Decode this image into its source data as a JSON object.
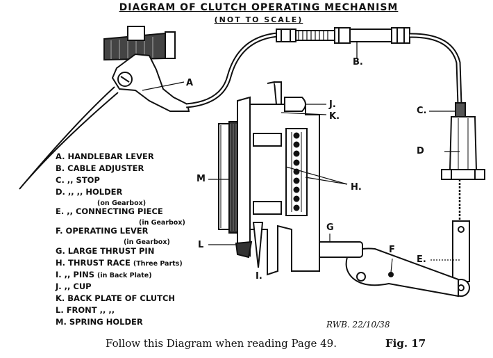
{
  "title": "DIAGRAM OF CLUTCH OPERATING MECHANISM",
  "subtitle": "(NOT TO SCALE)",
  "callouts": {
    "A": "A",
    "B": "B.",
    "C": "C.",
    "D": "D",
    "E": "E.",
    "F": "F",
    "G": "G",
    "H": "H.",
    "I": "I.",
    "J": "J.",
    "K": "K.",
    "L": "L",
    "M": "M"
  },
  "legend": [
    {
      "text": "A. HANDLEBAR LEVER",
      "sub": ""
    },
    {
      "text": "B. CABLE ADJUSTER",
      "sub": ""
    },
    {
      "text": "C.   ,,   STOP",
      "sub": ""
    },
    {
      "text": "D.   ,,      ,,  HOLDER",
      "sub": ""
    },
    {
      "text": "",
      "sub": "(on Gearbox)"
    },
    {
      "text": "E.   ,,     CONNECTING PIECE",
      "sub": ""
    },
    {
      "text": "",
      "sub": "(in Gearbox)"
    },
    {
      "text": "F. OPERATING LEVER",
      "sub": ""
    },
    {
      "text": "",
      "sub": "(in Gearbox)"
    },
    {
      "text": "G. LARGE THRUST PIN",
      "sub": ""
    },
    {
      "text": "H. THRUST RACE",
      "sub": "(Three Parts)"
    },
    {
      "text": "I.      ,,        PINS",
      "sub": "(in Back Plate)"
    },
    {
      "text": "J.     ,,      CUP",
      "sub": ""
    },
    {
      "text": "K. BACK PLATE OF CLUTCH",
      "sub": ""
    },
    {
      "text": "L. FRONT    ,,      ,,",
      "sub": ""
    },
    {
      "text": "M. SPRING HOLDER",
      "sub": ""
    }
  ],
  "signature": "RWB.  22/10/38",
  "footer": "Follow this Diagram when reading Page 49.",
  "figure_label": "Fig. 17"
}
